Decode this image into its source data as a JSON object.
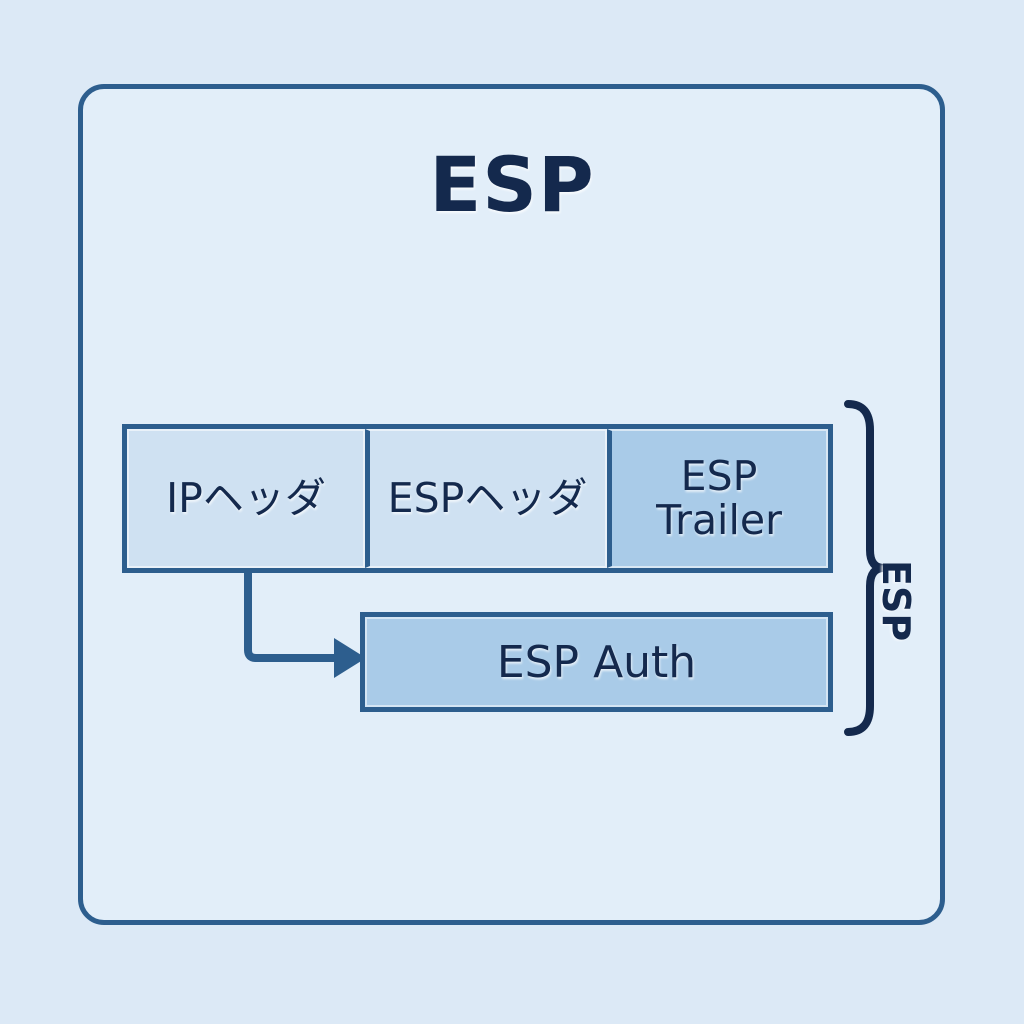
{
  "diagram": {
    "title": "ESP",
    "packet_row": {
      "cells": [
        {
          "label": "IPヘッダ",
          "shade": "light"
        },
        {
          "label": "ESPヘッダ",
          "shade": "light"
        },
        {
          "label": "ESP\nTrailer",
          "line1": "ESP",
          "line2": "Trailer",
          "shade": "dark"
        }
      ]
    },
    "auth_bar": {
      "label": "ESP Auth"
    },
    "brace": {
      "label": "ESP"
    },
    "connector": {
      "name": "ip-header-to-esp-auth-arrow"
    },
    "colors": {
      "page_background": "#dce9f6",
      "panel_background": "#e2eef9",
      "stroke": "#2d5e8e",
      "text": "#14294d",
      "cell_light": "#cfe1f2",
      "cell_dark": "#a9cbe8"
    }
  }
}
